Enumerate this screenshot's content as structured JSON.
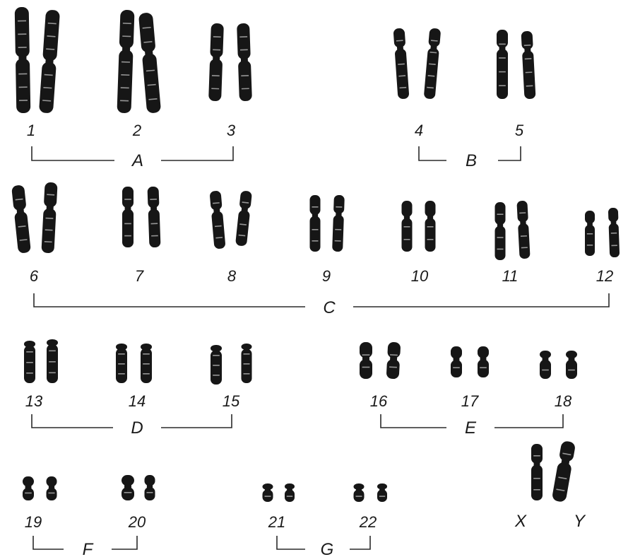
{
  "karyotype": {
    "groups": [
      {
        "label": "A",
        "pairs": [
          "1",
          "2",
          "3"
        ]
      },
      {
        "label": "B",
        "pairs": [
          "4",
          "5"
        ]
      },
      {
        "label": "C",
        "pairs": [
          "6",
          "7",
          "8",
          "9",
          "10",
          "11",
          "12"
        ]
      },
      {
        "label": "D",
        "pairs": [
          "13",
          "14",
          "15"
        ]
      },
      {
        "label": "E",
        "pairs": [
          "16",
          "17",
          "18"
        ]
      },
      {
        "label": "F",
        "pairs": [
          "19",
          "20"
        ]
      },
      {
        "label": "G",
        "pairs": [
          "21",
          "22"
        ]
      }
    ],
    "sex_chromosomes": [
      "X",
      "Y"
    ]
  }
}
